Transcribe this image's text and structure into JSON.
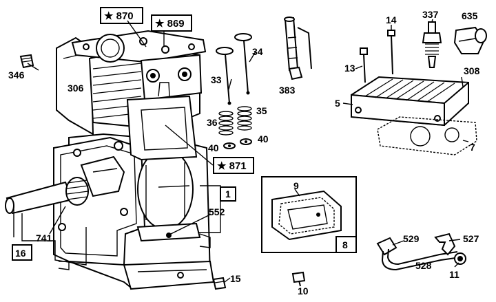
{
  "callouts": {
    "p870": "★ 870",
    "p869": "★ 869",
    "p346": "346",
    "p306": "306",
    "p33": "33",
    "p34": "34",
    "p383": "383",
    "p14": "14",
    "p337": "337",
    "p635": "635",
    "p13": "13",
    "p308": "308",
    "p5": "5",
    "p7": "7",
    "p36": "36",
    "p35": "35",
    "p40a": "40",
    "p40b": "40",
    "p871": "★ 871",
    "p1": "1",
    "p552": "552",
    "p9": "9",
    "p8": "8",
    "p741": "741",
    "p16": "16",
    "p529": "529",
    "p527": "527",
    "p528": "528",
    "p11": "11",
    "p15": "15",
    "p10": "10"
  }
}
